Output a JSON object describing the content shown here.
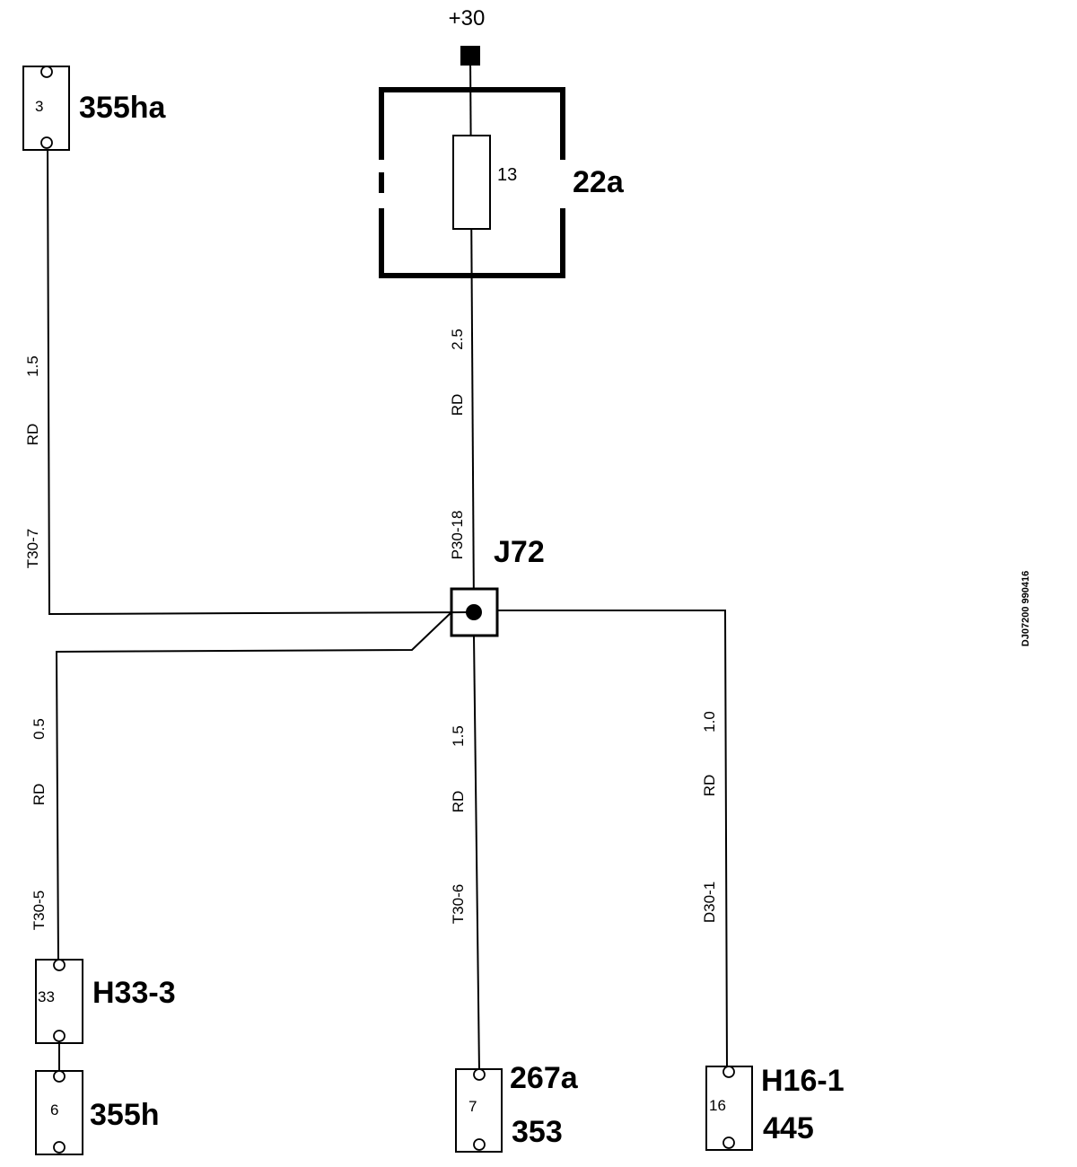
{
  "supply": {
    "label": "+30"
  },
  "fuse_box": {
    "label": "22a",
    "fuse_number": "13"
  },
  "junction": {
    "label": "J72"
  },
  "connectors": {
    "c355ha": {
      "label": "355ha",
      "pin": "3"
    },
    "c355h": {
      "label": "355h",
      "pin": "6"
    },
    "cH33": {
      "label": "H33-3",
      "pin": "33"
    },
    "c267a": {
      "label": "267a",
      "label2": "353",
      "pin": "7"
    },
    "cH16": {
      "label": "H16-1",
      "label2": "445",
      "pin": "16"
    }
  },
  "wires": {
    "main": {
      "size": "2.5",
      "color": "RD",
      "id": "P30-18"
    },
    "left_top": {
      "size": "1.5",
      "color": "RD",
      "id": "T30-7"
    },
    "left_bottom": {
      "size": "0.5",
      "color": "RD",
      "id": "T30-5"
    },
    "center_bottom": {
      "size": "1.5",
      "color": "RD",
      "id": "T30-6"
    },
    "right": {
      "size": "1.0",
      "color": "RD",
      "id": "D30-1"
    }
  },
  "doc_id": "DJ07200 990416"
}
